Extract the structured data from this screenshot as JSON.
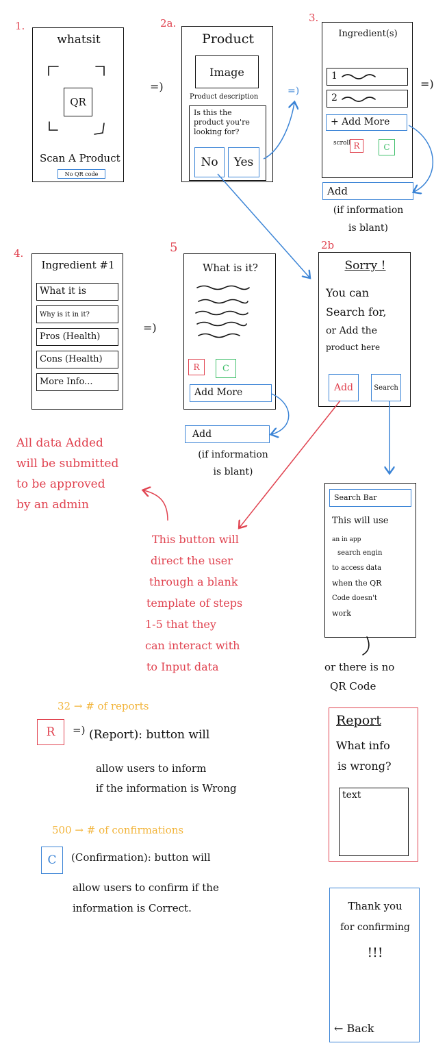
{
  "screen1": {
    "number": "1.",
    "title": "whatsit",
    "qr_label": "QR",
    "scan_text": "Scan A Product",
    "no_qr_button": "No QR code"
  },
  "screen2a": {
    "number": "2a.",
    "title": "Product",
    "image_label": "Image",
    "description": "Product description",
    "question_lines": [
      "Is this the",
      "product you're",
      "looking for?"
    ],
    "no_button": "No",
    "yes_button": "Yes"
  },
  "screen3": {
    "number": "3.",
    "title": "Ingredient(s)",
    "rows": [
      "1",
      "2"
    ],
    "add_more": "+ Add More",
    "scroll": "scroll",
    "r_button": "R",
    "c_button": "C"
  },
  "screen3_add": {
    "button": "Add",
    "note_lines": [
      "(if information",
      "is blant)"
    ]
  },
  "screen4": {
    "number": "4.",
    "title": "Ingredient #1",
    "items": [
      "What it is",
      "Why is it in it?",
      "Pros (Health)",
      "Cons (Health)",
      "More Info..."
    ]
  },
  "screen5": {
    "number": "5",
    "title": "What is it?",
    "r_button": "R",
    "c_button": "C",
    "add_more": "Add More"
  },
  "screen5_add": {
    "button": "Add",
    "note_lines": [
      "(if information",
      "is blant)"
    ]
  },
  "screen2b": {
    "number": "2b",
    "title": "Sorry !",
    "body_lines": [
      "You can",
      "Search for,",
      "or Add the",
      "product here"
    ],
    "add_button": "Add",
    "search_button": "Search"
  },
  "search_screen": {
    "search_bar": "Search Bar",
    "body_lines": [
      "This will use",
      "an in app",
      "search engin",
      "to access data",
      "when the QR",
      "Code doesn't",
      "work"
    ],
    "footer_lines": [
      "or there is no",
      "QR Code"
    ]
  },
  "admin_note": {
    "lines": [
      "All data Added",
      "will be submitted",
      "to be approved",
      "by an admin"
    ]
  },
  "add_button_note": {
    "lines": [
      "This button will",
      "direct the user",
      "through a blank",
      "template of steps",
      "1-5 that they",
      "can interact with",
      "to Input data"
    ]
  },
  "report_legend": {
    "count_note": "32 → # of reports",
    "button": "R",
    "arrow": "=)",
    "lines": [
      "(Report): button will",
      "allow users to inform",
      "if the information is Wrong"
    ]
  },
  "confirm_legend": {
    "count_note": "500 → # of confirmations",
    "button": "C",
    "lines": [
      "(Confirmation): button will",
      "allow users to confirm if the",
      "information is Correct."
    ]
  },
  "report_screen": {
    "title": "Report",
    "question_lines": [
      "What info",
      "is wrong?"
    ],
    "text_field": "text"
  },
  "thanks_screen": {
    "lines": [
      "Thank you",
      "for confirming",
      "!!!"
    ],
    "back": "← Back"
  },
  "flow_arrows": {
    "a1": "=)",
    "a2": "=)",
    "a3": "=)",
    "a4": "=)"
  },
  "colors": {
    "blue": "#3b84d6",
    "red": "#e0424f",
    "green": "#3fbf6a",
    "orange": "#f2b43a"
  }
}
